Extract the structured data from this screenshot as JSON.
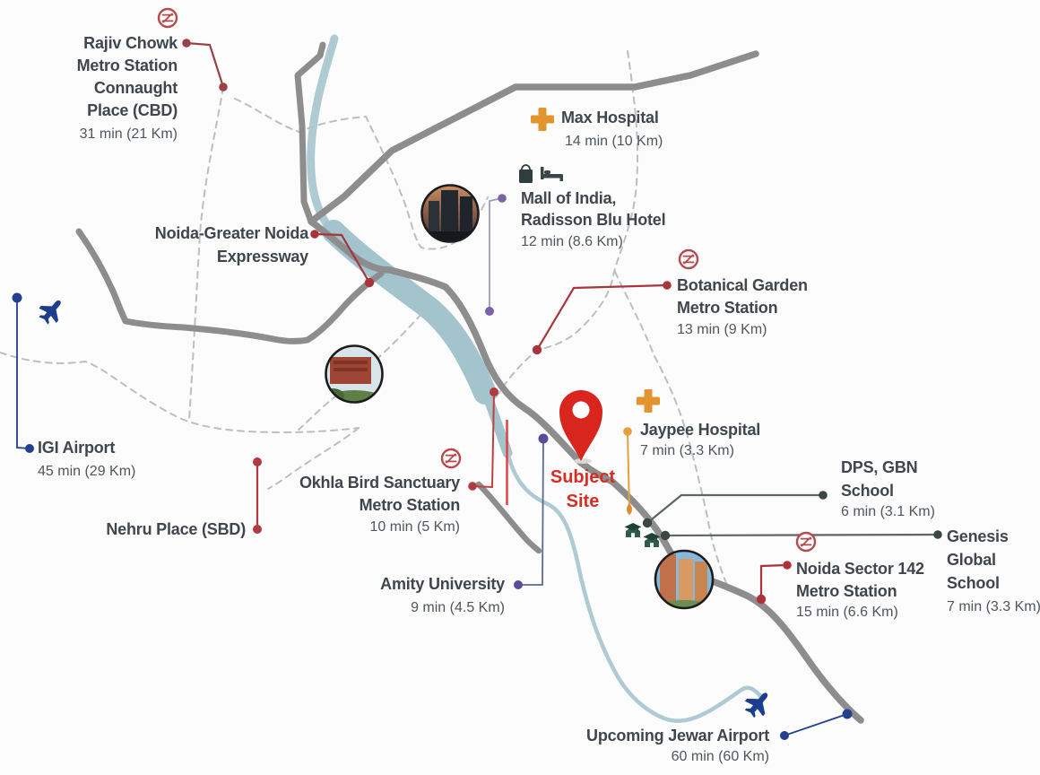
{
  "title": "Project location connectivity map - Noida",
  "subject_site": {
    "lines": [
      "Subject",
      "Site"
    ]
  },
  "road_label": {
    "lines": [
      "Noida-Greater Noida",
      "Expressway"
    ]
  },
  "locations": {
    "rajiv": {
      "lines": [
        "Rajiv Chowk",
        "Metro Station",
        "Connaught",
        "Place (CBD)"
      ],
      "time": "31 min (21 Km)"
    },
    "max": {
      "name": "Max Hospital",
      "time": "14 min (10 Km)"
    },
    "mall": {
      "lines": [
        "Mall of India,",
        "Radisson Blu Hotel"
      ],
      "time": "12 min (8.6 Km)"
    },
    "botanical": {
      "lines": [
        "Botanical Garden",
        "Metro Station"
      ],
      "time": "13 min (9 Km)"
    },
    "igi": {
      "name": "IGI Airport",
      "time": "45 min (29 Km)"
    },
    "nehru": {
      "name": "Nehru Place (SBD)"
    },
    "okhla": {
      "lines": [
        "Okhla Bird Sanctuary",
        "Metro Station"
      ],
      "time": "10 min (5 Km)"
    },
    "amity": {
      "name": "Amity University",
      "time": "9 min (4.5 Km)"
    },
    "jaypee": {
      "name": "Jaypee Hospital",
      "time": "7 min (3.3 Km)"
    },
    "dps": {
      "lines": [
        "DPS, GBN",
        "School"
      ],
      "time": "6 min (3.1 Km)"
    },
    "genesis": {
      "lines": [
        "Genesis",
        "Global",
        "School"
      ],
      "time": "7 min (3.3 Km)"
    },
    "sector142": {
      "lines": [
        "Noida Sector 142",
        "Metro Station"
      ],
      "time": "15 min (6.6 Km)"
    },
    "jewar": {
      "name": "Upcoming Jewar Airport",
      "time": "60 min (60 Km)"
    }
  },
  "icons": {
    "metro": "delhi-metro-roundel",
    "hospital": "orange-cross",
    "airport": "navy-plane",
    "school": "green-house-graduation-cap",
    "shopping": "shopping-bag",
    "hotel": "bed",
    "subject": "red-map-pin"
  },
  "colors": {
    "road": "#8d8d8d",
    "river": "#aecbd4",
    "dashed_boundary": "#b9bfc4",
    "maroon_connector": "#a8343c",
    "navy_connector": "#23408f",
    "orange_accent": "#e2a03f",
    "slate_connector": "#5c6663",
    "purple_dot": "#6f5ba4",
    "metro_red": "#b8484b",
    "pin_red": "#d8251d",
    "subject_text": "#d62e22",
    "label_text": "#3f464d",
    "time_text": "#4e565e"
  }
}
